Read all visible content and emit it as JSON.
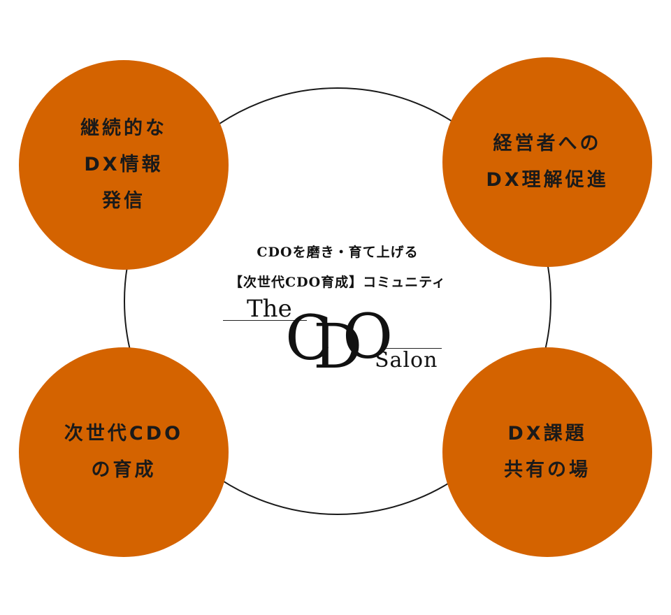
{
  "center": {
    "tagline_1": "CDOを磨き・育て上げる",
    "tagline_2": "【次世代CDO育成】コミュニティ",
    "logo": {
      "the": "The",
      "c": "C",
      "d": "D",
      "o": "O",
      "salon": "Salon"
    }
  },
  "pillars": [
    {
      "lines": [
        "継続的な",
        "DX情報",
        "発信"
      ]
    },
    {
      "lines": [
        "経営者への",
        "DX理解促進"
      ]
    },
    {
      "lines": [
        "次世代CDO",
        "の育成"
      ]
    },
    {
      "lines": [
        "DX課題",
        "共有の場"
      ]
    }
  ],
  "colors": {
    "pillar_fill": "#d46300",
    "ring_stroke": "#1a1a1a",
    "text": "#1a1a1a"
  }
}
